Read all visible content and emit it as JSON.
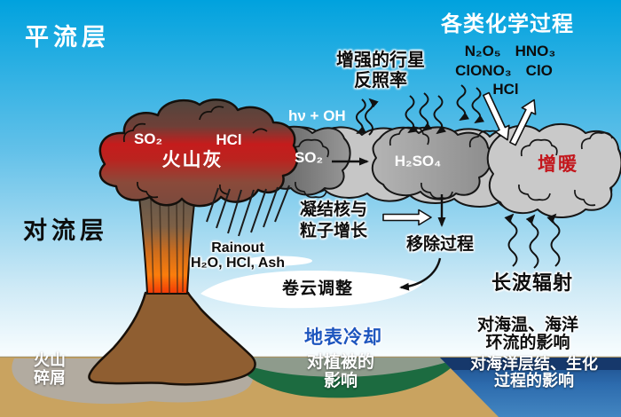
{
  "atmosphere": {
    "stratosphere_label": "平流层",
    "troposphere_label": "对流层",
    "photolysis_label": "hν + OH",
    "albedo_line1": "增强的行星",
    "albedo_line2": "反照率",
    "chemistry": {
      "title": "各类化学过程",
      "species_row1": [
        "N₂O₅",
        "HNO₃"
      ],
      "species_row2": [
        "ClONO₃",
        "ClO"
      ],
      "species_row3": [
        "HCl"
      ]
    },
    "clouds": {
      "ash_so2": "SO₂",
      "ash_hcl": "HCl",
      "ash_label": "火山灰",
      "so2": "SO₂",
      "h2so4": "H₂SO₄",
      "warming_label": "增暖"
    },
    "processes": {
      "nuclei_line1": "凝结核与",
      "nuclei_line2": "粒子增长",
      "removal": "移除过程",
      "cirrus": "卷云调整",
      "rainout_line1": "Rainout",
      "rainout_line2": "H₂O, HCl, Ash",
      "longwave": "长波辐射"
    }
  },
  "surface": {
    "cooling_label": "地表冷却",
    "vegetation_line1": "对植被的",
    "vegetation_line2": "影响",
    "debris_line1": "火山",
    "debris_line2": "碎屑",
    "sea_temp_line1": "对海温、海洋",
    "sea_temp_line2": "环流的影响",
    "ocean_process_line1": "对海洋层结、生化",
    "ocean_process_line2": "过程的影响"
  },
  "colors": {
    "sky_top": "#00a2de",
    "warming_text": "#c3161c",
    "cooling_text": "#1d55be",
    "ash_red": "#c51c1c",
    "vegetation_green": "#1c6b40",
    "ocean_blue": "#2b66a8",
    "sand": "#c9a360",
    "volcano_brown": "#8f5e31"
  }
}
